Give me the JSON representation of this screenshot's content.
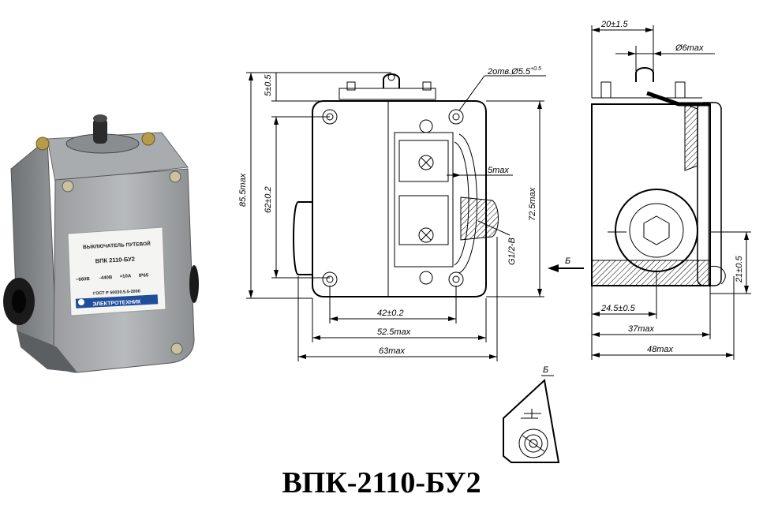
{
  "title": "ВПК-2110-БУ2",
  "product_label": {
    "line1": "ВЫКЛЮЧАТЕЛЬ ПУТЕВОЙ",
    "line2": "ВПК 2110-БУ2",
    "specs_v1": "~660В",
    "specs_v2": "-440В",
    "specs_a": "≈10А",
    "specs_ip": "IP65",
    "gost": "ГОСТ Р 50030.5.5-2000",
    "brand": "ЭЛЕКТРОТЕХНИК"
  },
  "dimensions": {
    "d_20": "20±1.5",
    "d_6max": "Ø6max",
    "d_holes": "2отв.Ø5.5",
    "d_holes_sup": "+0.5",
    "d_5": "5±0.5",
    "d_85": "85.5max",
    "d_62": "62±0.2",
    "d_5max": "5max",
    "d_72": "72.5max",
    "d_g12": "G1/2-B",
    "d_b_arrow": "Б",
    "d_21": "21±0.5",
    "d_42": "42±0.2",
    "d_52": "52.5max",
    "d_63": "63max",
    "d_24": "24.5±0.5",
    "d_37": "37max",
    "d_48": "48max",
    "view_b": "Б"
  }
}
